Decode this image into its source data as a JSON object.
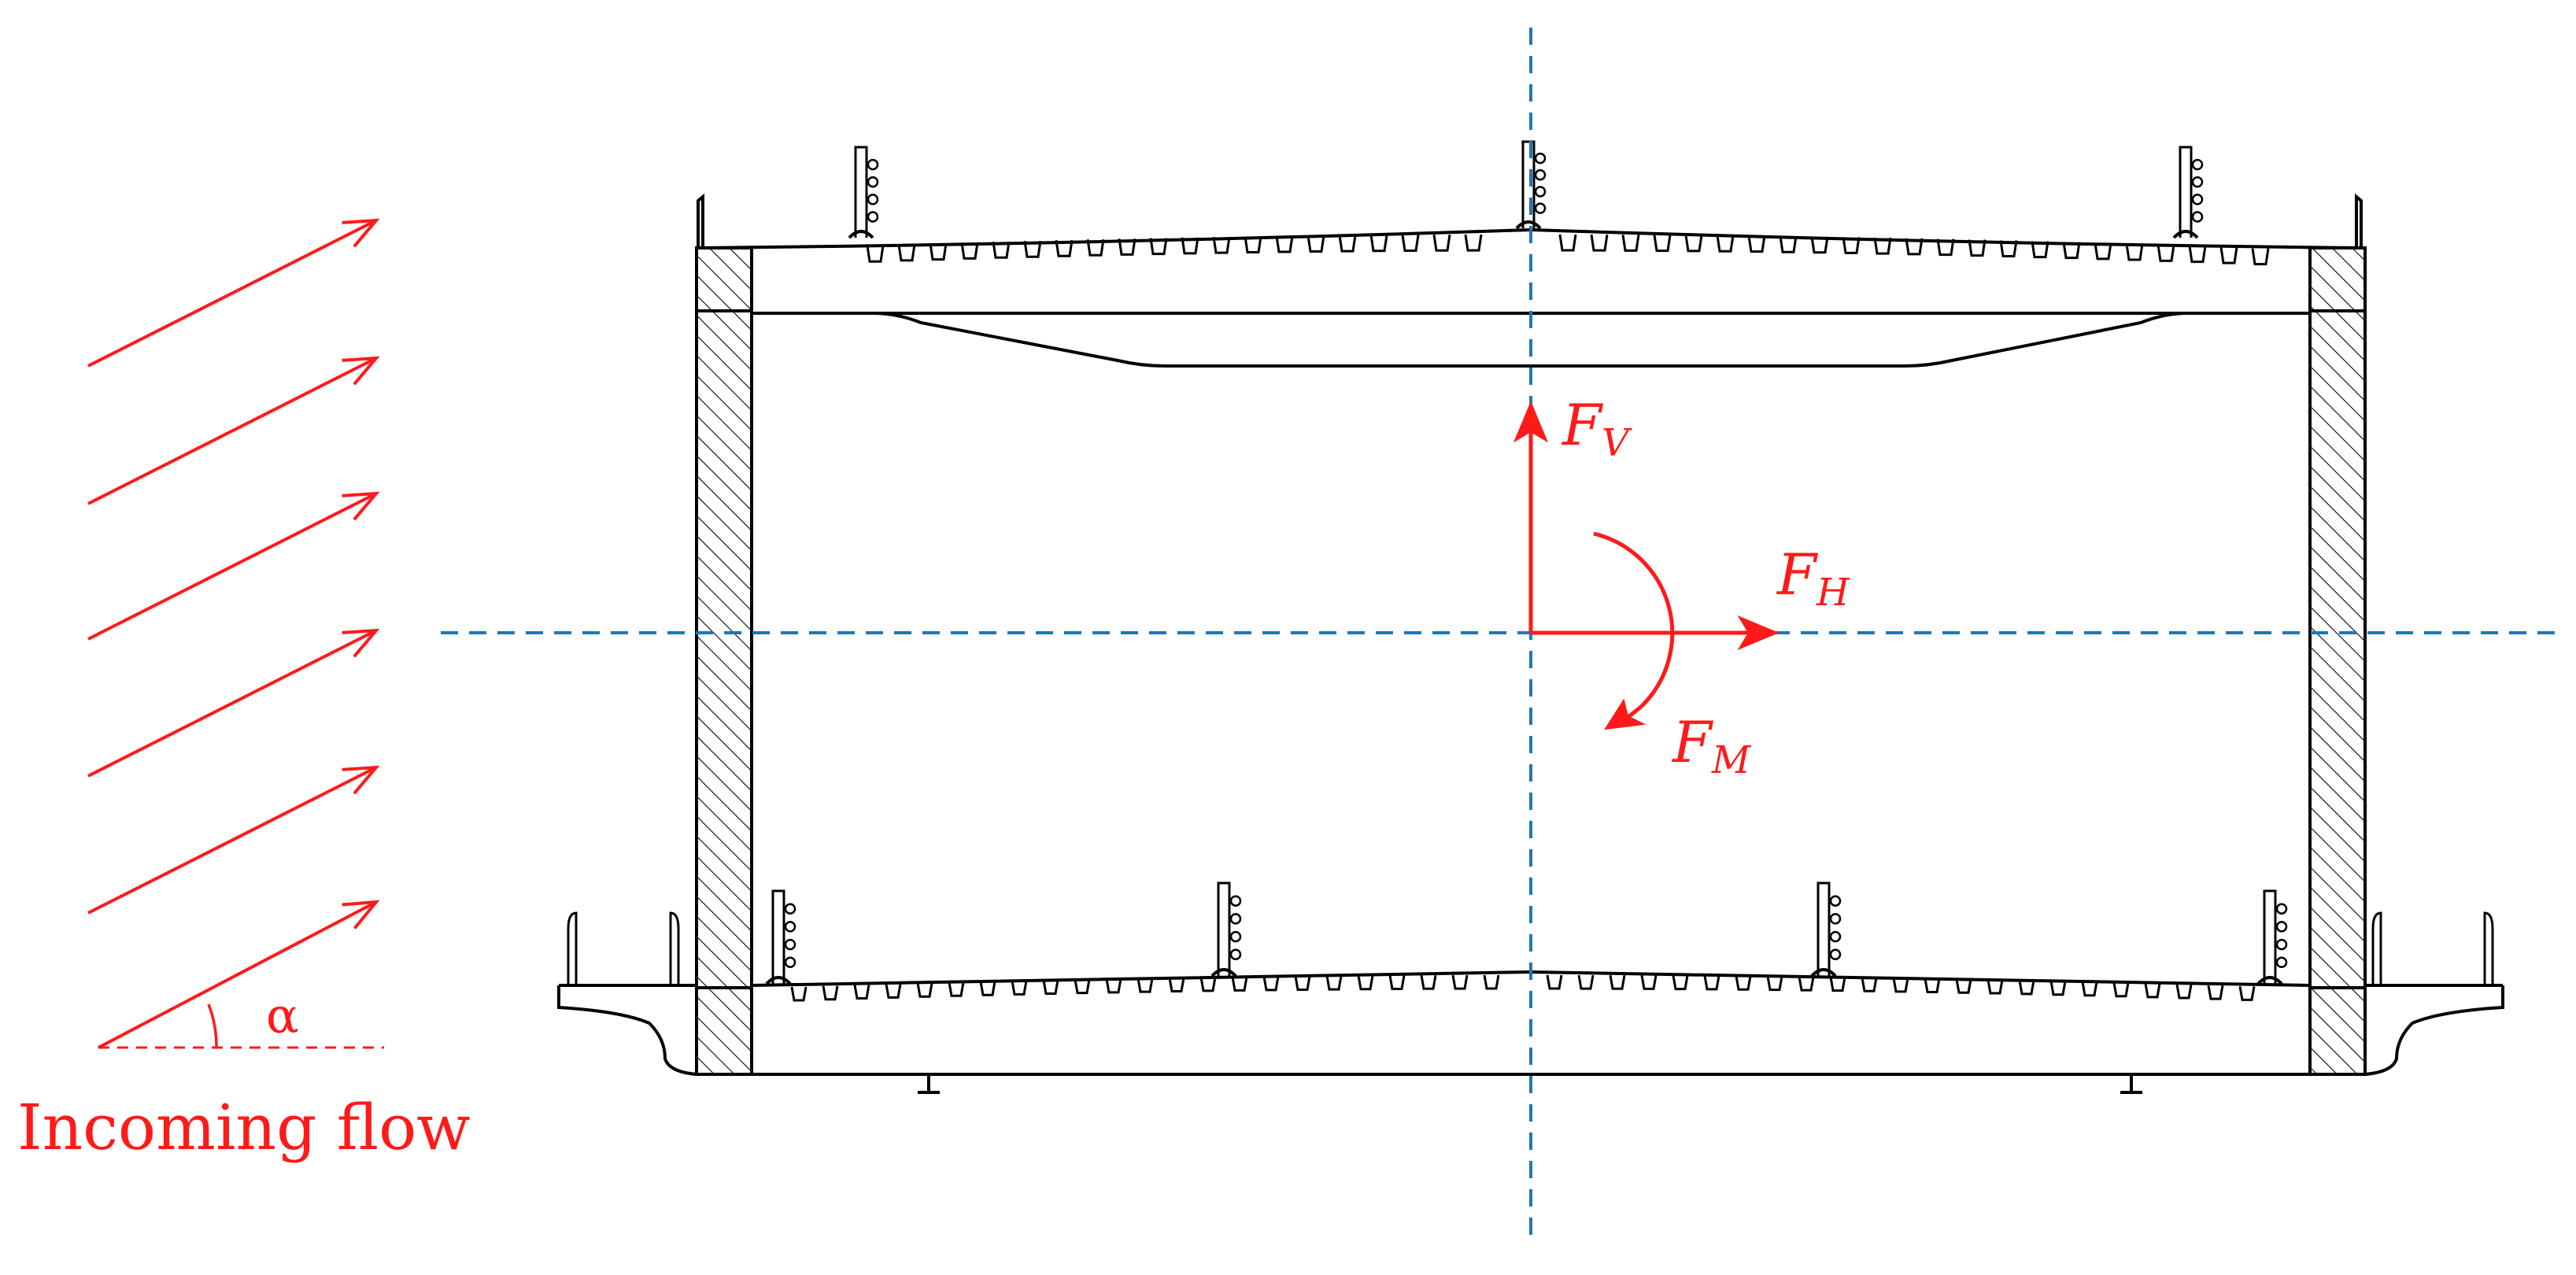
{
  "diagram": {
    "flow_label": "Incoming flow",
    "angle_symbol": "α",
    "forces": {
      "vertical": {
        "main": "F",
        "sub": "V"
      },
      "horizontal": {
        "main": "F",
        "sub": "H"
      },
      "moment": {
        "main": "F",
        "sub": "M"
      }
    },
    "colors": {
      "force": "#ff1a1a",
      "axis": "#1f77b4",
      "structure": "#000000"
    }
  }
}
